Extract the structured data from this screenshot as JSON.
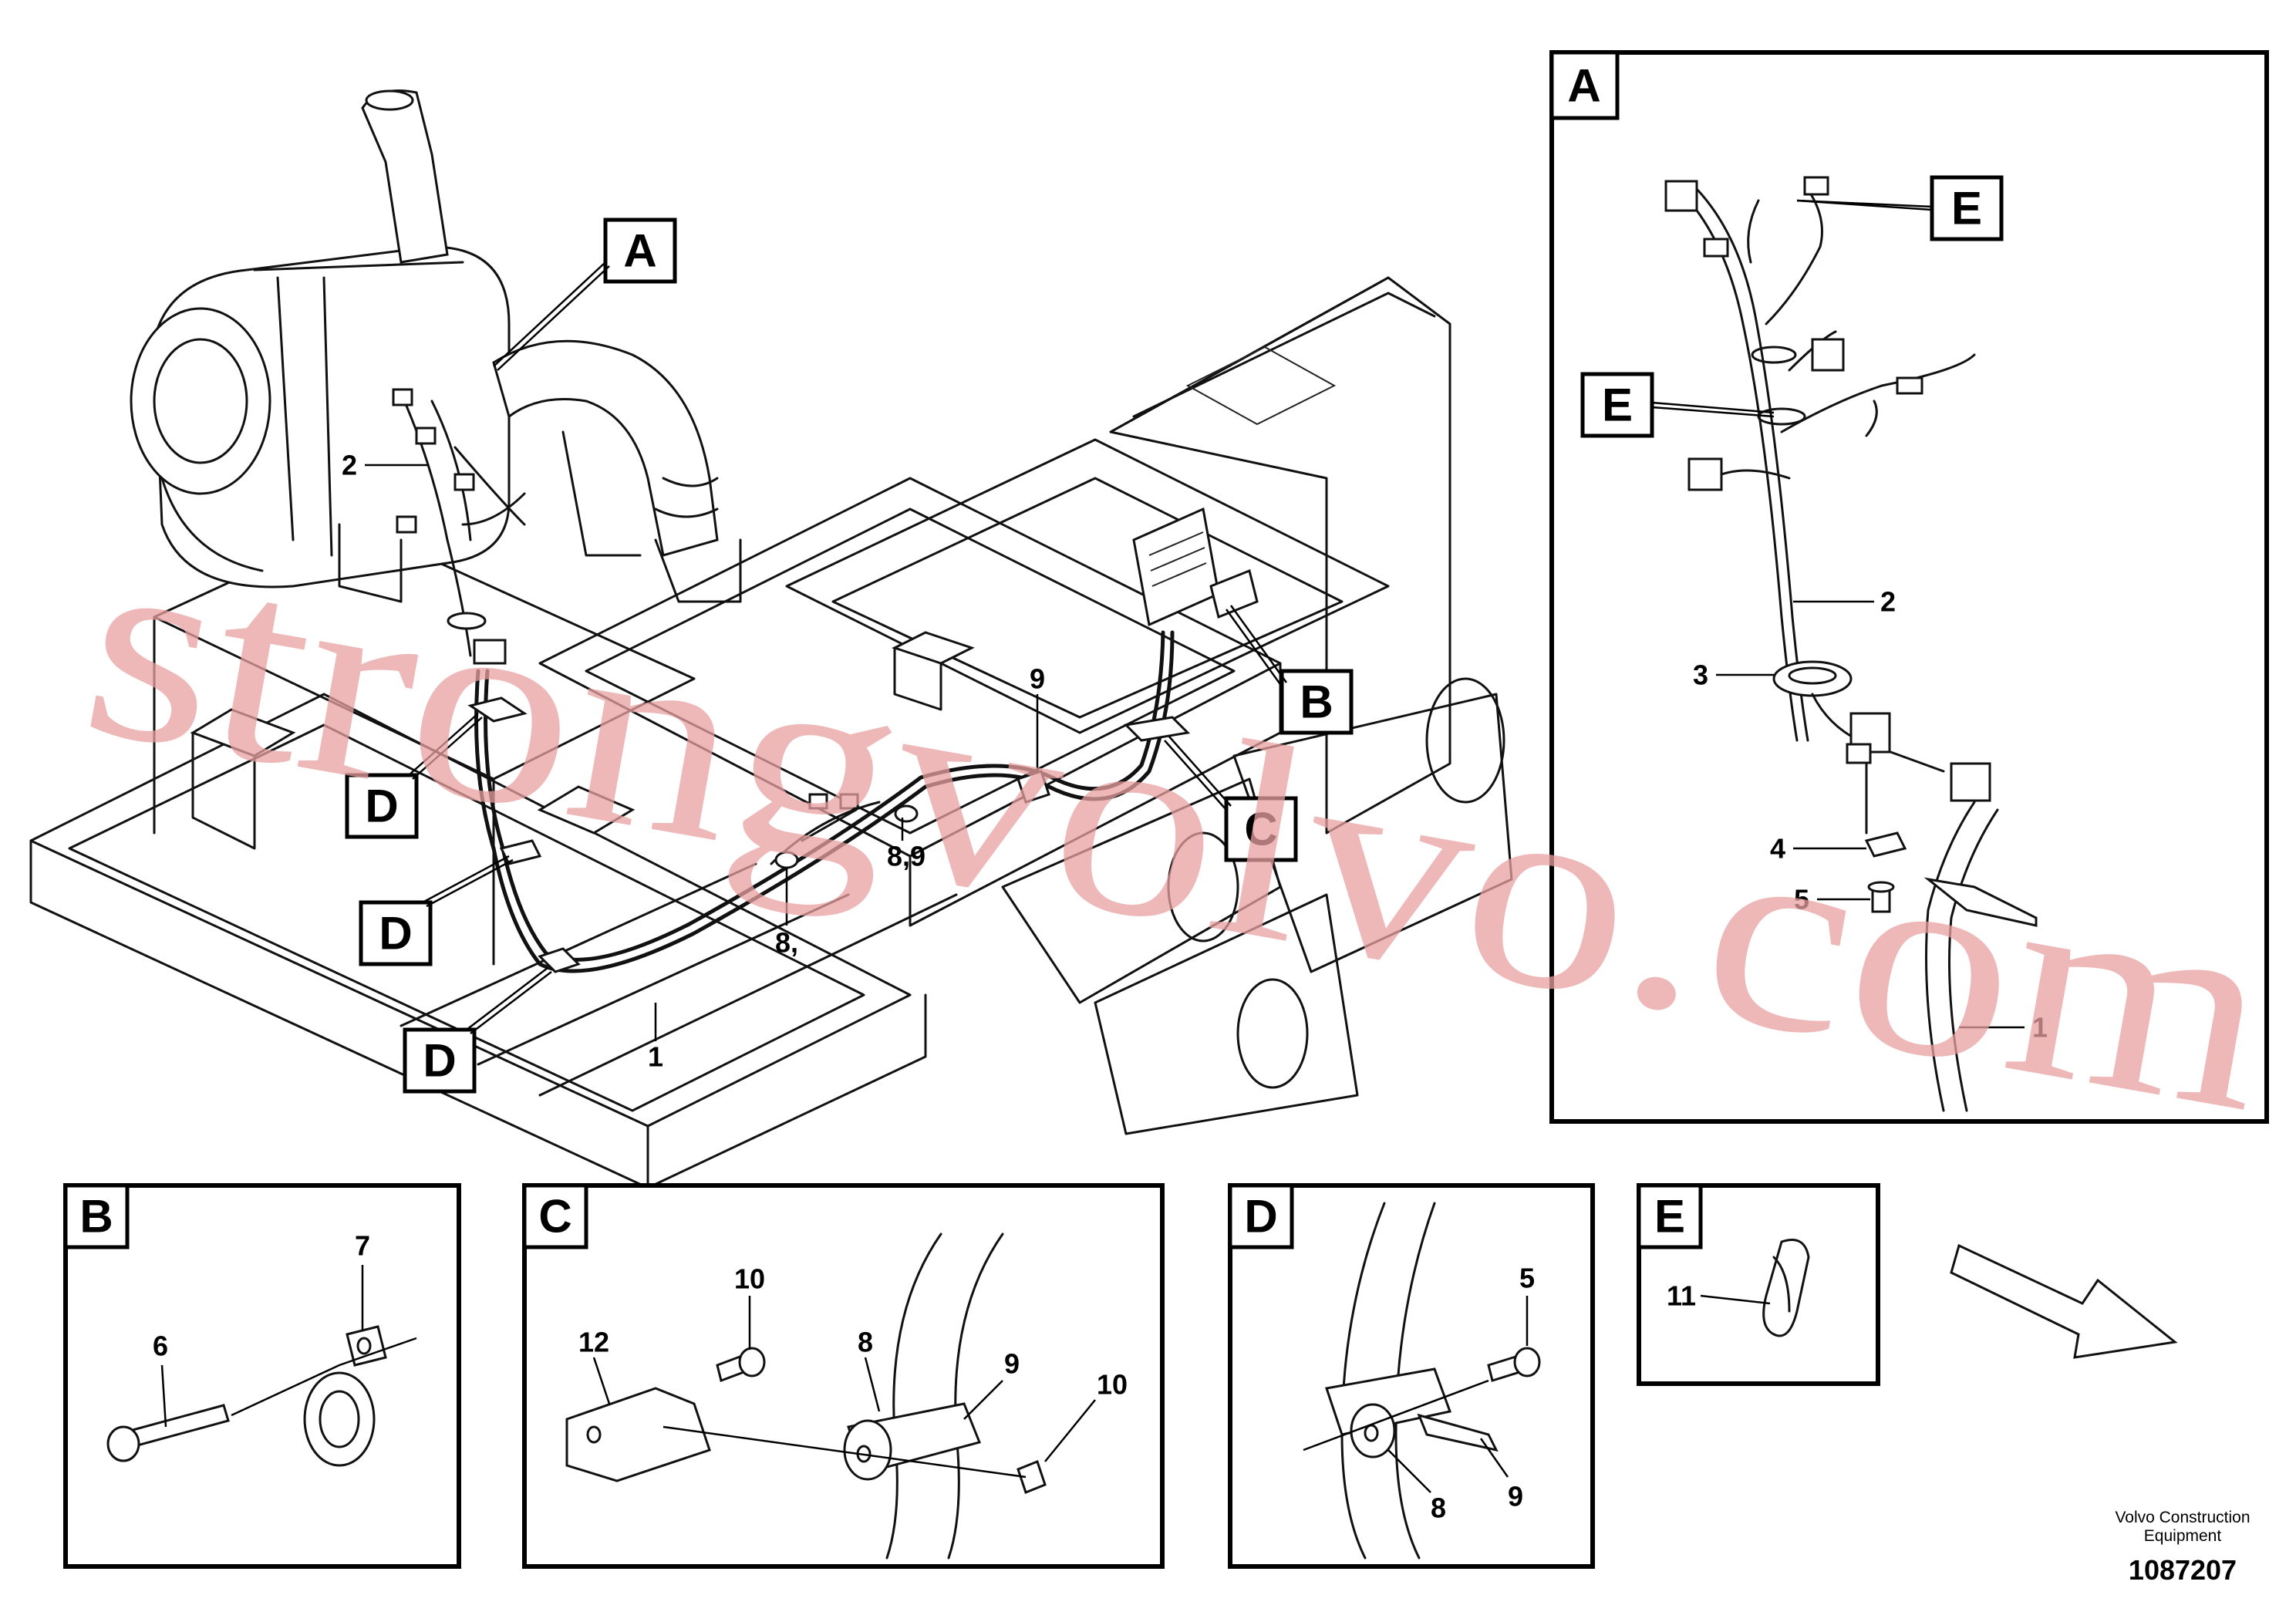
{
  "callouts": {
    "a": "A",
    "b": "B",
    "c": "C",
    "d": "D",
    "e": "E"
  },
  "part_numbers": {
    "p1": "1",
    "p2": "2",
    "p3": "3",
    "p4": "4",
    "p5": "5",
    "p6": "6",
    "p7": "7",
    "p8": "8",
    "p9": "9",
    "p10": "10",
    "p11": "11",
    "p12": "12",
    "p8_9": "8,9",
    "p8_comma": "8,"
  },
  "watermark": "strongvolvo.com",
  "footer": {
    "company_line1": "Volvo Construction",
    "company_line2": "Equipment",
    "drawing_number": "1087207"
  },
  "colors": {
    "line": "#111111",
    "watermark": "#e8a0a0",
    "background": "#ffffff"
  }
}
